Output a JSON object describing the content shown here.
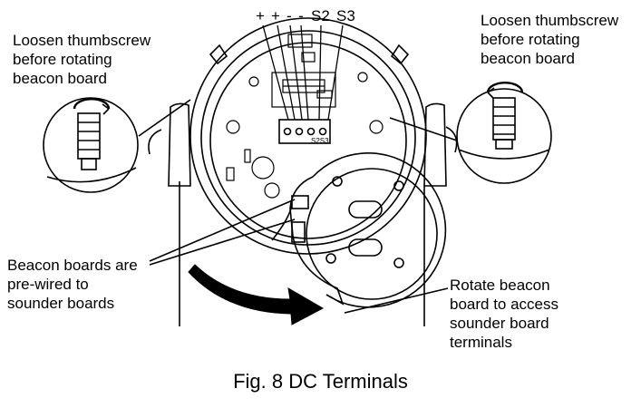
{
  "terminal_labels": [
    "+",
    "+",
    "-",
    "-",
    "S2",
    "S3"
  ],
  "callouts": {
    "left_top": [
      "Loosen thumbscrew",
      "before rotating",
      "beacon board"
    ],
    "right_top": [
      "Loosen thumbscrew",
      "before rotating",
      "beacon board"
    ],
    "left_bottom": [
      "Beacon boards are",
      "pre-wired to",
      "sounder boards"
    ],
    "right_bottom": [
      "Rotate beacon",
      "board to access",
      "sounder board",
      "terminals"
    ]
  },
  "caption": "Fig. 8 DC Terminals"
}
